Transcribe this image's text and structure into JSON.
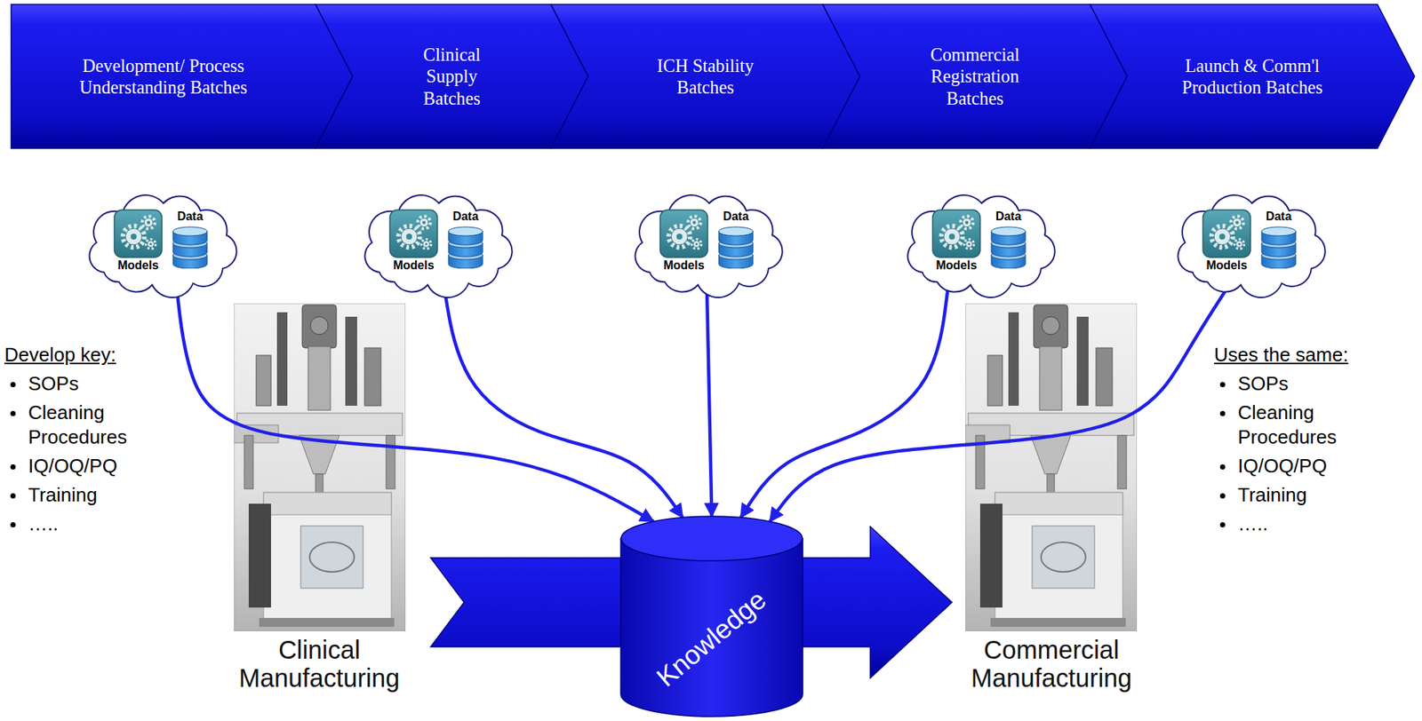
{
  "diagram": {
    "nodes": [
      {
        "text": [
          "Development/ Process Understanding Batches"
        ]
      },
      {
        "text": [
          "Clinical Supply Batches"
        ]
      },
      {
        "text": [
          "ICH Stability Batches"
        ]
      },
      {
        "text": [
          "Commercial Registration Batches"
        ]
      },
      {
        "text": [
          "Launch & Comm'l Production Batches"
        ]
      },
      {
        "text": [
          "Data",
          "Models"
        ]
      },
      {
        "text": [
          "Data",
          "Models"
        ]
      },
      {
        "text": [
          "Data",
          "Models"
        ]
      },
      {
        "text": [
          "Data",
          "Models"
        ]
      },
      {
        "text": [
          "Data",
          "Models"
        ]
      },
      {
        "text": [
          "Clinical Manufacturing"
        ]
      },
      {
        "text": [
          "Knowledge"
        ]
      },
      {
        "text": [
          "Commercial Manufacturing"
        ]
      }
    ],
    "edges": [
      {
        "from": 5,
        "to": 11,
        "arrow": "to"
      },
      {
        "from": 6,
        "to": 11,
        "arrow": "to"
      },
      {
        "from": 7,
        "to": 11,
        "arrow": "to"
      },
      {
        "from": 8,
        "to": 11,
        "arrow": "to"
      },
      {
        "from": 9,
        "to": 11,
        "arrow": "to"
      },
      {
        "from": 10,
        "to": 12,
        "arrow": "to"
      }
    ],
    "labels": [
      "Develop key:",
      "SOPs",
      "Cleaning Procedures",
      "IQ/OQ/PQ",
      "Training",
      "…..",
      "Uses the same:",
      "SOPs",
      "Cleaning Procedures",
      "IQ/OQ/PQ",
      "Training",
      "….."
    ]
  }
}
